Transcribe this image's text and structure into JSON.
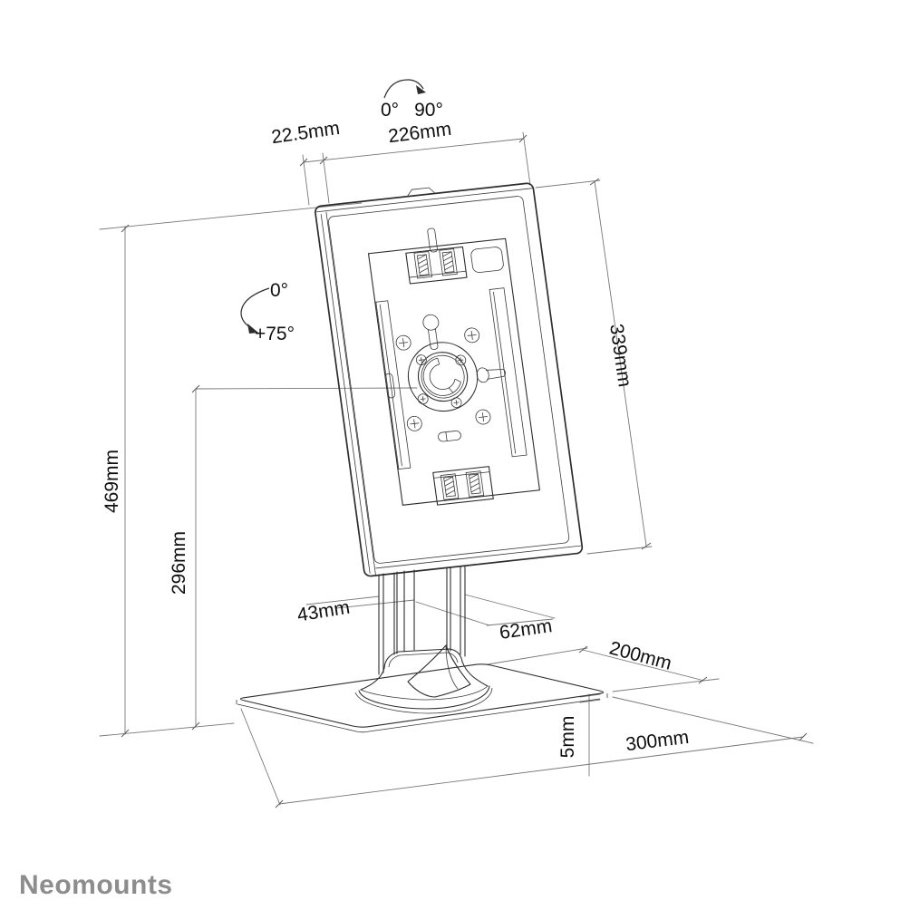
{
  "brand": {
    "wordmark": "Neomounts",
    "color": "#8d8d8d"
  },
  "angles": {
    "rotation_min": "0°",
    "rotation_max": "90°",
    "tilt_min": "0°",
    "tilt_max": "+75°"
  },
  "dimensions": {
    "top_offset": "22.5mm",
    "holder_width": "226mm",
    "holder_height": "339mm",
    "total_height": "469mm",
    "pivot_height": "296mm",
    "column_width": "43mm",
    "column_depth": "62mm",
    "base_depth": "200mm",
    "base_thickness": "5mm",
    "base_width": "300mm"
  },
  "colors": {
    "background": "#ffffff",
    "drawing_line": "#2d2d2d",
    "dimension_line": "#767676",
    "label_text": "#0f0f0f",
    "brand_gray": "#8d8d8d"
  }
}
